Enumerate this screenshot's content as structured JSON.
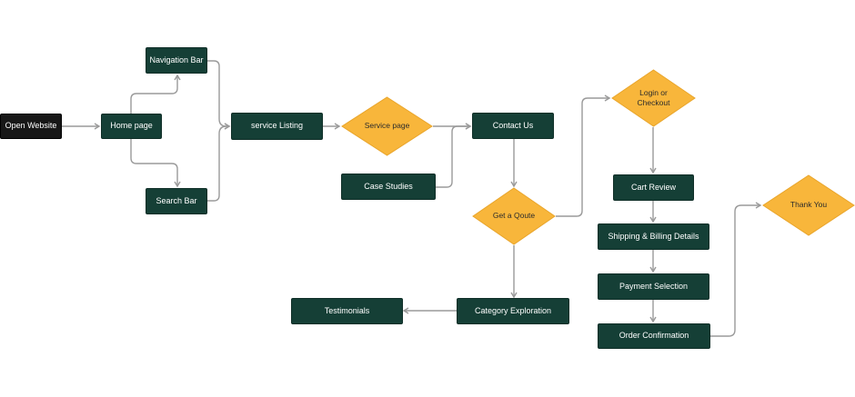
{
  "colors": {
    "process_fill": "#153f36",
    "start_fill": "#171717",
    "decision_fill": "#f8b63b",
    "decision_stroke": "#e9a52b",
    "connector": "#9a9a9a"
  },
  "nodes": {
    "open_website": "Open Website",
    "home_page": "Home page",
    "navigation_bar": "Navigation Bar",
    "search_bar": "Search Bar",
    "service_listing": "service Listing",
    "service_page": "Service page",
    "case_studies": "Case Studies",
    "contact_us": "Contact Us",
    "get_a_quote": "Get a Qoute",
    "category_exploration": "Category Exploration",
    "testimonials": "Testimonials",
    "login_or_checkout": "Login or\nCheckout",
    "cart_review": "Cart Review",
    "shipping_billing": "Shipping & Billing Details",
    "payment_selection": "Payment Selection",
    "order_confirmation": "Order Confirmation",
    "thank_you": "Thank You"
  }
}
